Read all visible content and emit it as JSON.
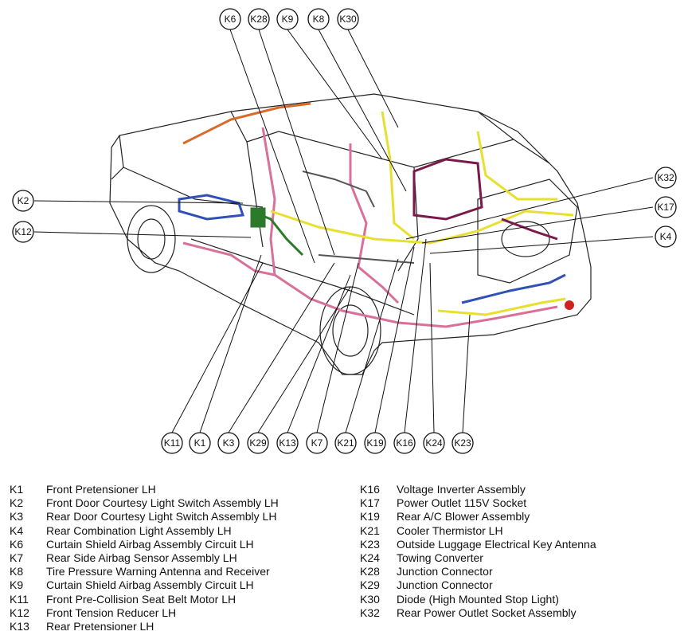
{
  "callouts": [
    "K6",
    "K28",
    "K9",
    "K8",
    "K30",
    "K2",
    "K12",
    "K32",
    "K17",
    "K4",
    "K11",
    "K1",
    "K3",
    "K29",
    "K13",
    "K7",
    "K21",
    "K19",
    "K16",
    "K24",
    "K23"
  ],
  "legend": {
    "left": [
      {
        "code": "K1",
        "text": "Front Pretensioner LH"
      },
      {
        "code": "K2",
        "text": "Front Door Courtesy Light Switch Assembly LH"
      },
      {
        "code": "K3",
        "text": "Rear Door Courtesy Light Switch Assembly LH"
      },
      {
        "code": "K4",
        "text": "Rear Combination Light Assembly LH"
      },
      {
        "code": "K6",
        "text": "Curtain Shield Airbag Assembly Circuit LH"
      },
      {
        "code": "K7",
        "text": "Rear Side Airbag Sensor Assembly LH"
      },
      {
        "code": "K8",
        "text": "Tire Pressure Warning Antenna and Receiver"
      },
      {
        "code": "K9",
        "text": "Curtain Shield Airbag Assembly Circuit LH"
      },
      {
        "code": "K11",
        "text": "Front Pre-Collision Seat Belt Motor LH"
      },
      {
        "code": "K12",
        "text": "Front Tension Reducer LH"
      },
      {
        "code": "K13",
        "text": "Rear Pretensioner LH"
      }
    ],
    "right": [
      {
        "code": "K16",
        "text": "Voltage Inverter Assembly"
      },
      {
        "code": "K17",
        "text": "Power Outlet 115V Socket"
      },
      {
        "code": "K19",
        "text": "Rear A/C Blower Assembly"
      },
      {
        "code": "K21",
        "text": "Cooler Thermistor LH"
      },
      {
        "code": "K23",
        "text": "Outside Luggage Electrical Key Antenna"
      },
      {
        "code": "K24",
        "text": "Towing Converter"
      },
      {
        "code": "K28",
        "text": "Junction Connector"
      },
      {
        "code": "K29",
        "text": "Junction Connector"
      },
      {
        "code": "K30",
        "text": "Diode (High Mounted Stop Light)"
      },
      {
        "code": "K32",
        "text": "Rear Power Outlet Socket Assembly"
      }
    ]
  },
  "colors": {
    "harness_pink": "#d8709a",
    "harness_yellow": "#e8e030",
    "harness_green": "#2a7a2a",
    "harness_blue": "#3050b8",
    "harness_purple": "#7a1a4a",
    "harness_orange": "#d86a2a",
    "harness_gray": "#555555",
    "connector_red": "#d02020"
  }
}
